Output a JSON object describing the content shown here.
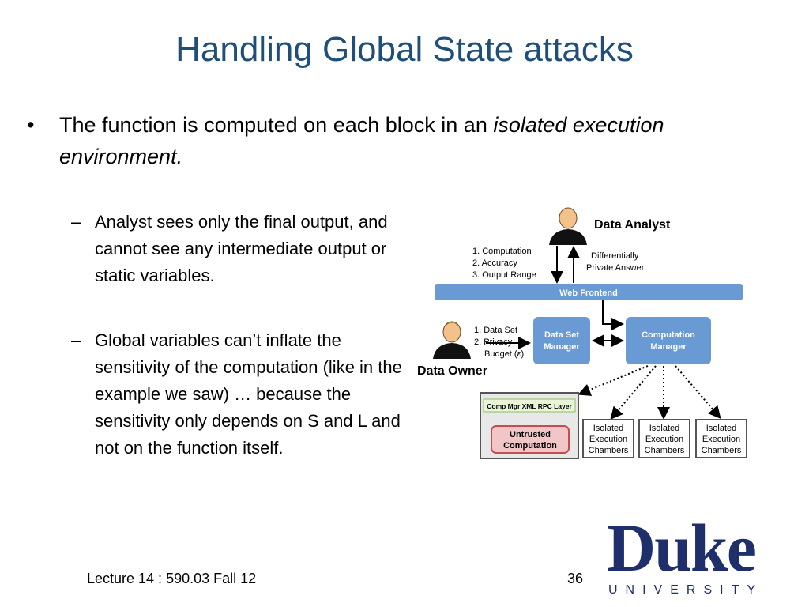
{
  "slide": {
    "title": "Handling Global State attacks",
    "bullet": {
      "text": "The function is computed on each block in an ",
      "italic": "isolated execution environment."
    },
    "subbullets": [
      "Analyst sees only the final output, and cannot see any intermediate output or static variables.",
      "Global variables can’t inflate the sensitivity of the computation (like in the example we saw) … because the sensitivity only depends on S and L and not on the function itself."
    ],
    "footer_left": "Lecture 14 : 590.03 Fall 12",
    "page_number": "36",
    "logo": {
      "word": "Duke",
      "subtitle": "UNIVERSITY"
    }
  },
  "diagram": {
    "data_analyst": "Data Analyst",
    "request_items": [
      "1.  Computation",
      "2.  Accuracy",
      "3.  Output Range"
    ],
    "answer": [
      "Differentially",
      "Private Answer"
    ],
    "web_frontend": "Web Frontend",
    "data_owner": "Data Owner",
    "owner_items": [
      "1. Data Set",
      "2. Privacy",
      "Budget (ε)"
    ],
    "data_set_manager": [
      "Data Set",
      "Manager"
    ],
    "computation_manager": [
      "Computation",
      "Manager"
    ],
    "rpc_layer": "Comp Mgr XML RPC Layer",
    "untrusted": [
      "Untrusted",
      "Computation"
    ],
    "chamber": [
      "Isolated",
      "Execution",
      "Chambers"
    ],
    "colors": {
      "title": "#1f4e79",
      "box": "#6a9ad4",
      "untrusted": "#f2c6c6",
      "rpc": "#e9f5d6",
      "logo": "#1e2f6b"
    }
  }
}
